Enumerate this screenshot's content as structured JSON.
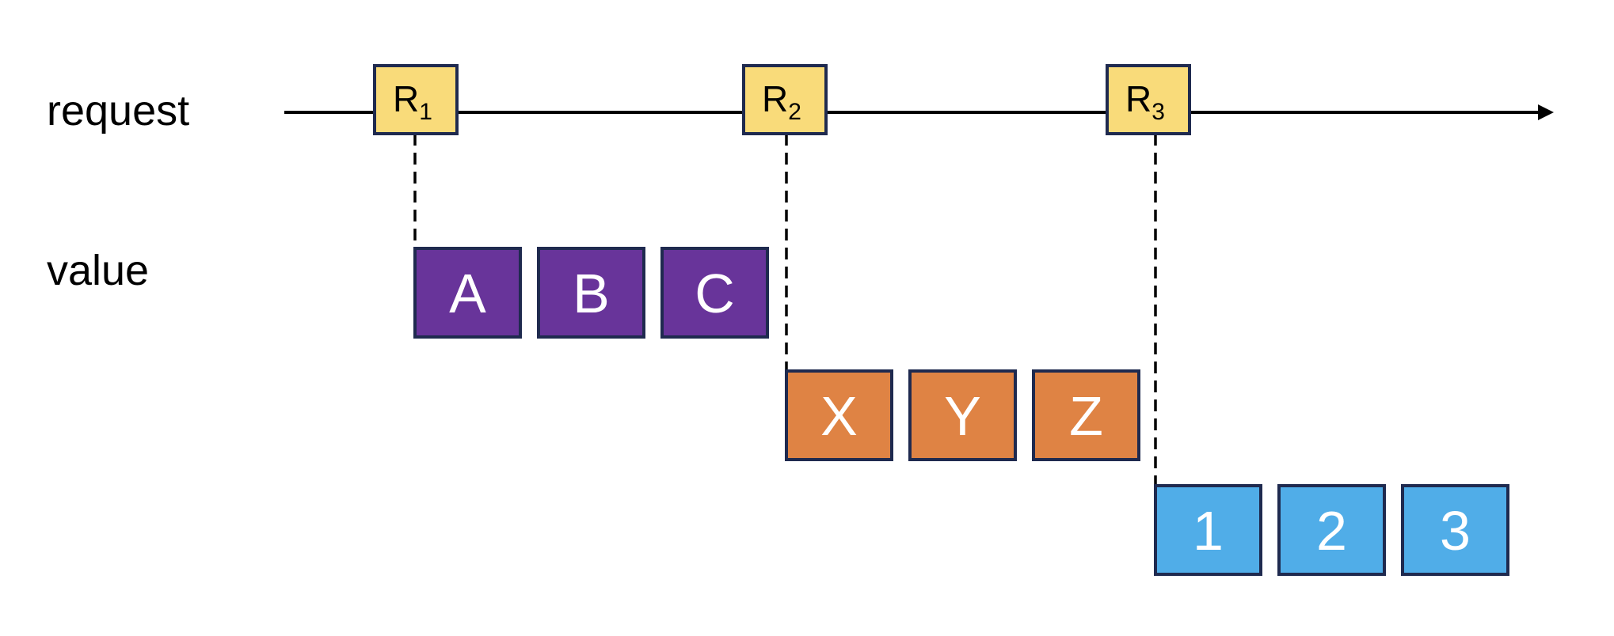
{
  "diagram": {
    "row_labels": {
      "request": "request",
      "value": "value"
    },
    "colors": {
      "border": "#1F2A4F",
      "request_fill": "#F9DB7A",
      "line": "#000000",
      "label_text": "#ffffff"
    },
    "requests": [
      {
        "id": "R1",
        "letter": "R",
        "sub": "1"
      },
      {
        "id": "R2",
        "letter": "R",
        "sub": "2"
      },
      {
        "id": "R3",
        "letter": "R",
        "sub": "3"
      }
    ],
    "value_groups": [
      {
        "request": "R1",
        "color": "#68349A",
        "values": [
          "A",
          "B",
          "C"
        ]
      },
      {
        "request": "R2",
        "color": "#DF8344",
        "values": [
          "X",
          "Y",
          "Z"
        ]
      },
      {
        "request": "R3",
        "color": "#50ADE8",
        "values": [
          "1",
          "2",
          "3"
        ]
      }
    ]
  }
}
